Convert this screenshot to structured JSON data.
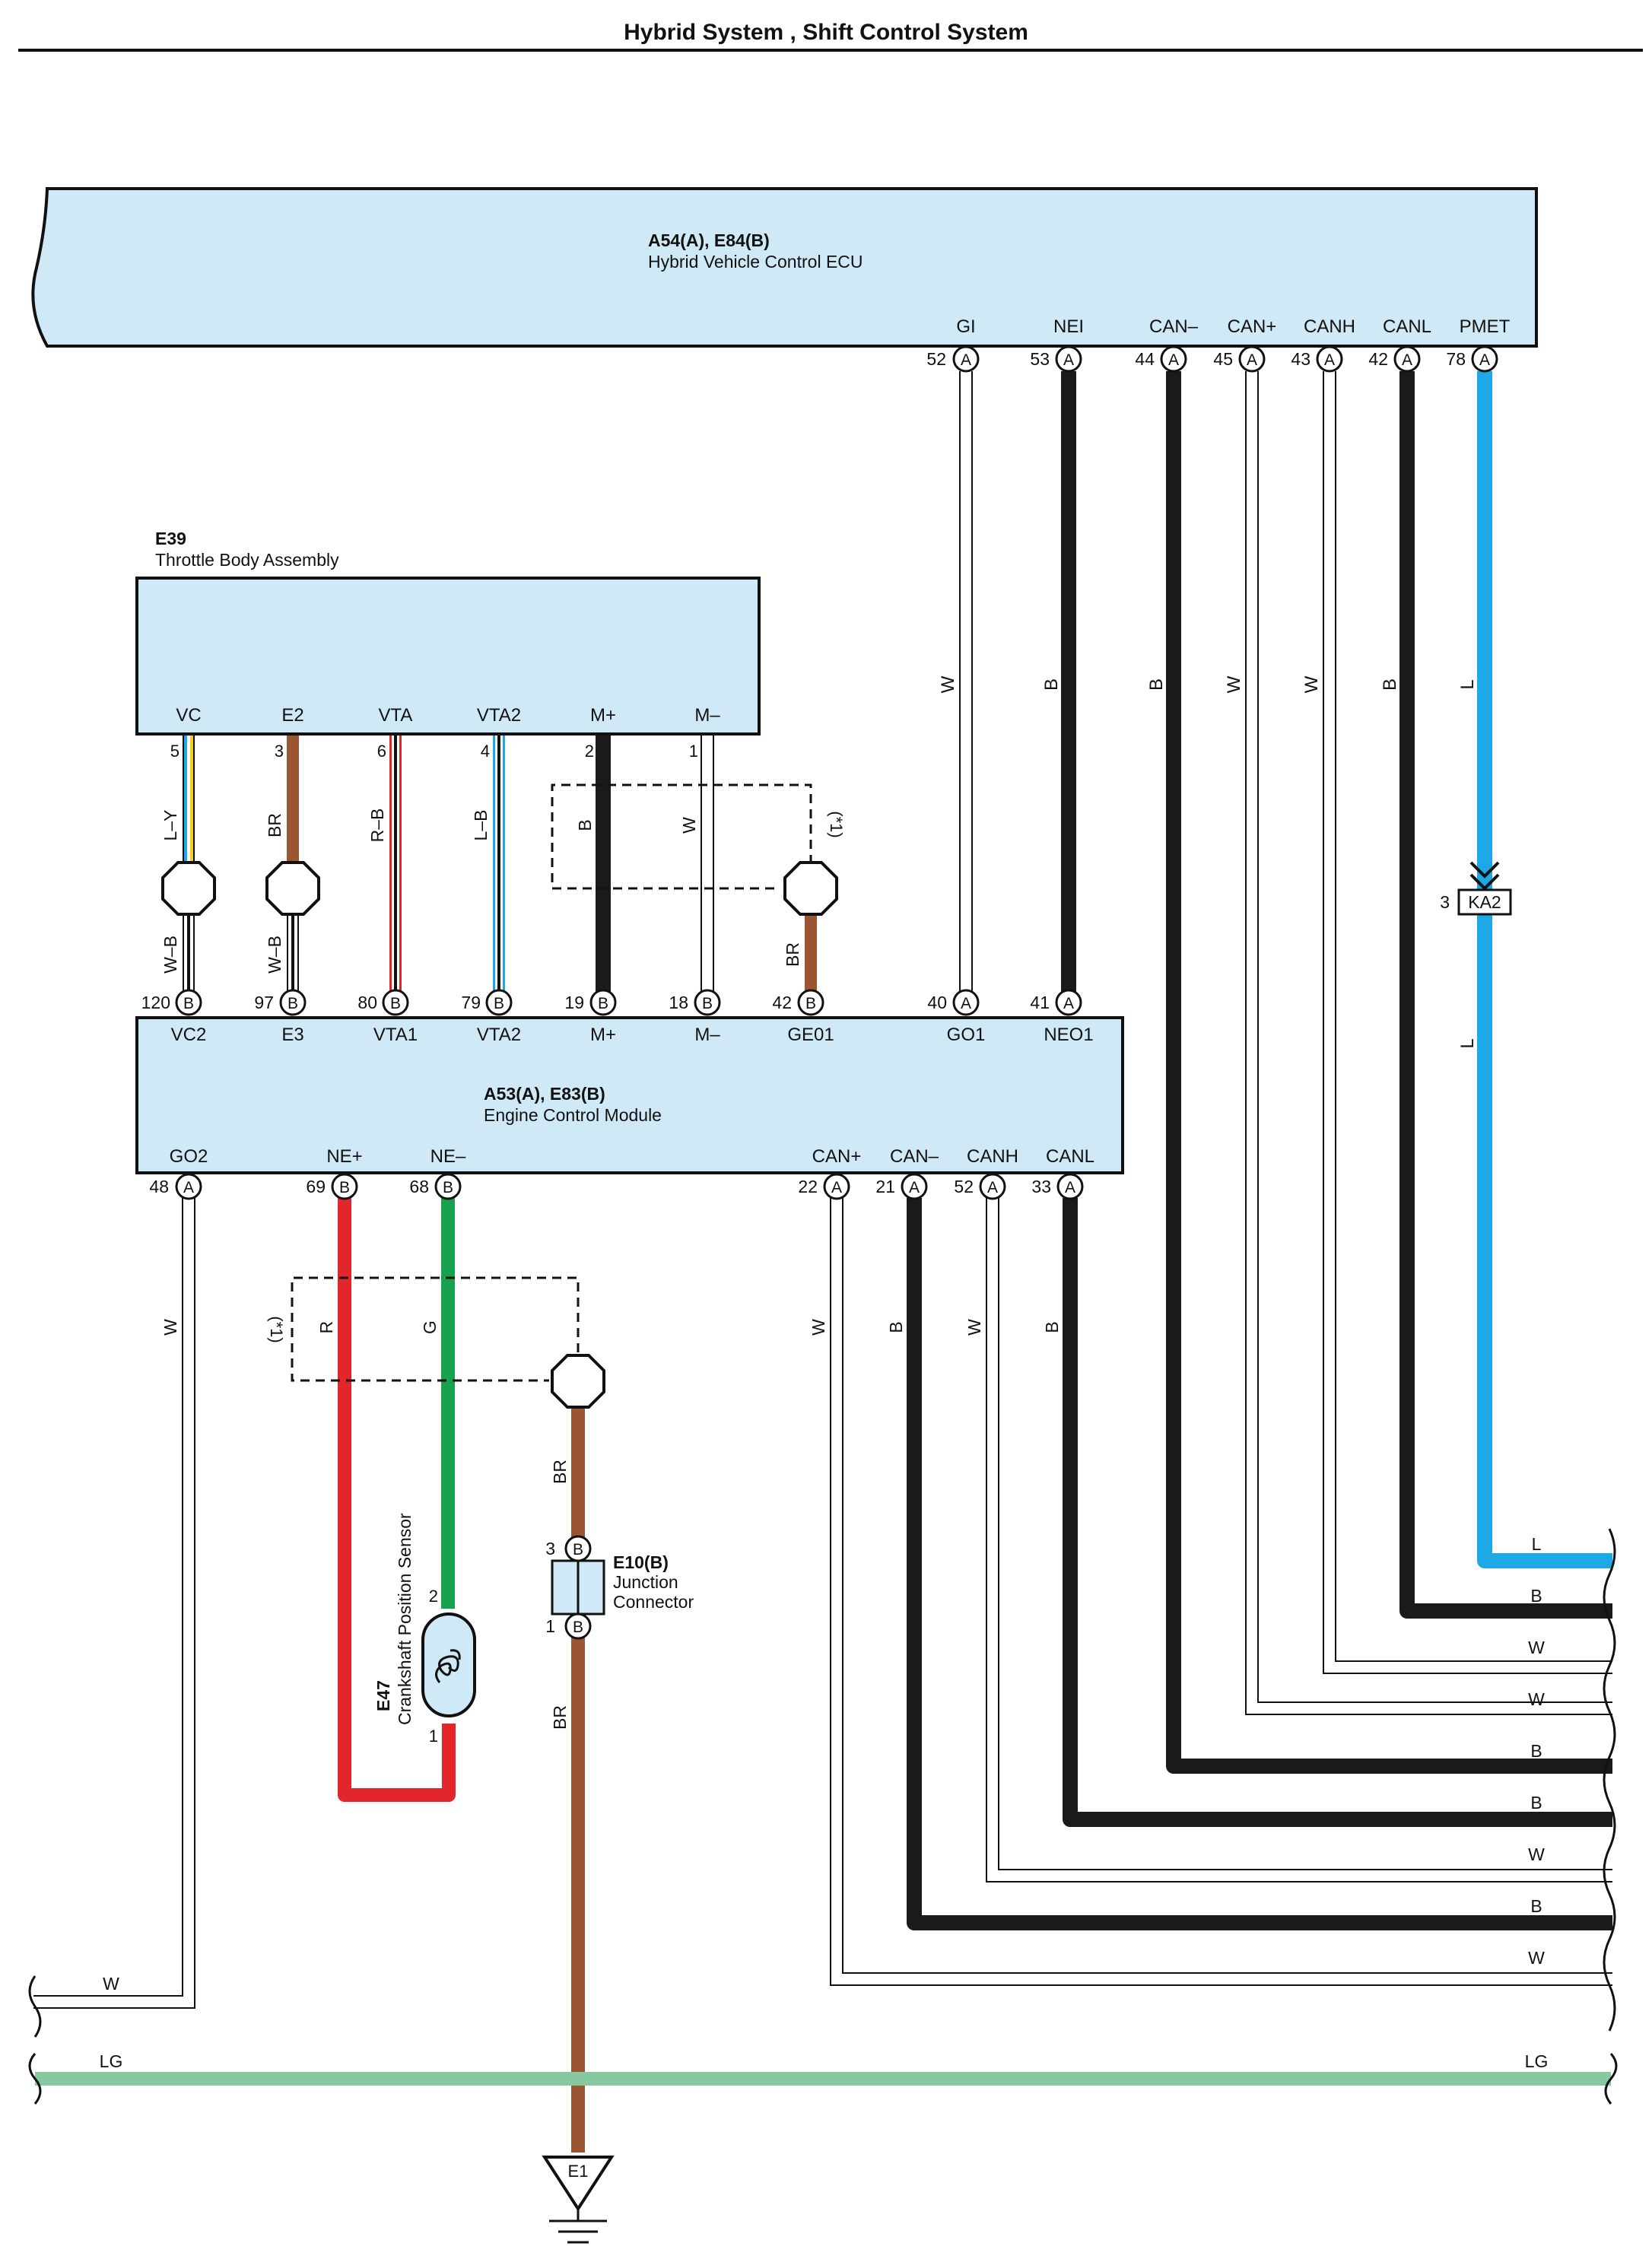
{
  "header": {
    "title": "Hybrid System , Shift Control System"
  },
  "hv_ecu": {
    "code": "A54(A), E84(B)",
    "name": "Hybrid Vehicle Control ECU",
    "pins": [
      {
        "label": "GI",
        "num": "52",
        "conn": "A"
      },
      {
        "label": "NEI",
        "num": "53",
        "conn": "A"
      },
      {
        "label": "CAN–",
        "num": "44",
        "conn": "A"
      },
      {
        "label": "CAN+",
        "num": "45",
        "conn": "A"
      },
      {
        "label": "CANH",
        "num": "43",
        "conn": "A"
      },
      {
        "label": "CANL",
        "num": "42",
        "conn": "A"
      },
      {
        "label": "PMET",
        "num": "78",
        "conn": "A"
      }
    ]
  },
  "throttle": {
    "code": "E39",
    "name": "Throttle Body Assembly",
    "pins": [
      {
        "label": "VC",
        "num": "5"
      },
      {
        "label": "E2",
        "num": "3"
      },
      {
        "label": "VTA",
        "num": "6"
      },
      {
        "label": "VTA2",
        "num": "4"
      },
      {
        "label": "M+",
        "num": "2"
      },
      {
        "label": "M–",
        "num": "1"
      }
    ]
  },
  "ecm": {
    "code": "A53(A), E83(B)",
    "name": "Engine Control Module",
    "top_pins": [
      {
        "label": "VC2",
        "num": "120",
        "conn": "B"
      },
      {
        "label": "E3",
        "num": "97",
        "conn": "B"
      },
      {
        "label": "VTA1",
        "num": "80",
        "conn": "B"
      },
      {
        "label": "VTA2",
        "num": "79",
        "conn": "B"
      },
      {
        "label": "M+",
        "num": "19",
        "conn": "B"
      },
      {
        "label": "M–",
        "num": "18",
        "conn": "B"
      },
      {
        "label": "GE01",
        "num": "42",
        "conn": "B"
      },
      {
        "label": "GO1",
        "num": "40",
        "conn": "A"
      },
      {
        "label": "NEO1",
        "num": "41",
        "conn": "A"
      }
    ],
    "bottom_pins": [
      {
        "label": "GO2",
        "num": "48",
        "conn": "A"
      },
      {
        "label": "NE+",
        "num": "69",
        "conn": "B"
      },
      {
        "label": "NE–",
        "num": "68",
        "conn": "B"
      },
      {
        "label": "CAN+",
        "num": "22",
        "conn": "A"
      },
      {
        "label": "CAN–",
        "num": "21",
        "conn": "A"
      },
      {
        "label": "CANH",
        "num": "52",
        "conn": "A"
      },
      {
        "label": "CANL",
        "num": "33",
        "conn": "A"
      }
    ]
  },
  "wire_colors": {
    "ecu_to_ecm": [
      "W",
      "B",
      "B",
      "W",
      "W",
      "B",
      "L"
    ],
    "throttle_upper": [
      "L–Y",
      "BR",
      "R–B",
      "L–B",
      "B",
      "W",
      "BR"
    ],
    "throttle_lower": [
      "W–B",
      "W–B"
    ],
    "ge01": "BR",
    "shield_note": "(*1)",
    "ecm_bottom": [
      "W",
      "R",
      "G",
      "W",
      "B",
      "W",
      "B"
    ],
    "ground_upper": "BR",
    "ground_lower": "BR",
    "pmet_lower": "L",
    "right_exits": [
      "L",
      "B",
      "W",
      "W",
      "B",
      "B",
      "W",
      "B",
      "W"
    ],
    "left_exit": "W",
    "bottom_bus_left": "LG",
    "bottom_bus_right": "LG"
  },
  "ka2": {
    "label": "KA2",
    "pin": "3"
  },
  "junction": {
    "code": "E10(B)",
    "name_line1": "Junction",
    "name_line2": "Connector",
    "pin_top": "3",
    "pin_bottom": "1",
    "conn": "B"
  },
  "sensor": {
    "code": "E47",
    "name": "Crankshaft Position Sensor",
    "pin_top": "2",
    "pin_bottom": "1"
  },
  "ground": {
    "label": "E1"
  },
  "colors": {
    "box_fill": "#cfe9f7",
    "wire_black": "#1a1a1a",
    "wire_brown": "#9b5530",
    "wire_red": "#e3262b",
    "wire_green": "#18a24e",
    "wire_blue": "#1fa8e6",
    "wire_lightgreen": "#86c9a0",
    "wire_white": "#9a9a9a"
  },
  "icons": [
    "pin-circle-icon",
    "shield-splice-icon",
    "ground-icon",
    "connector-arrow-icon",
    "coil-icon"
  ]
}
